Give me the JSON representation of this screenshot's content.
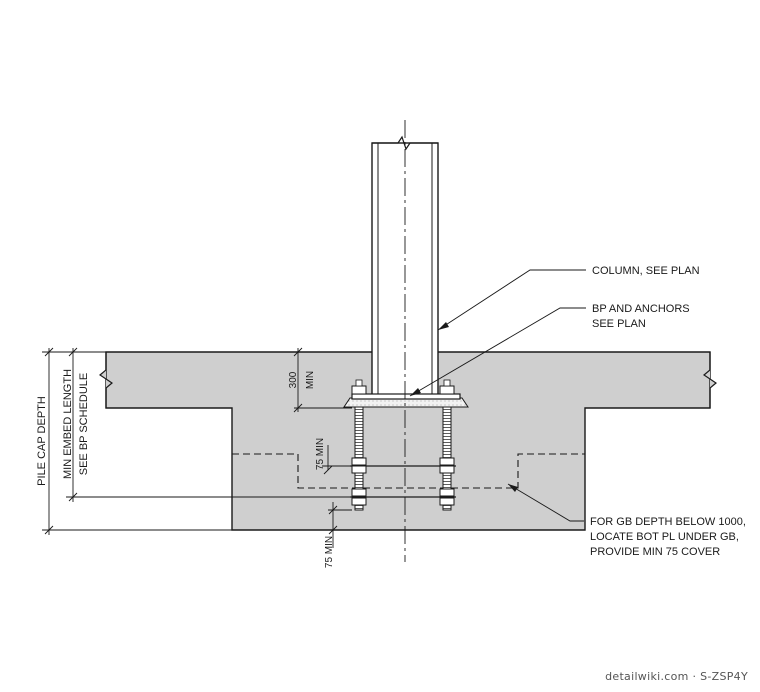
{
  "notes": {
    "column": "COLUMN, SEE PLAN",
    "bp_line1": "BP AND ANCHORS",
    "bp_line2": "SEE PLAN",
    "gb_line1": "FOR GB DEPTH BELOW 1000,",
    "gb_line2": "LOCATE BOT PL UNDER GB,",
    "gb_line3": "PROVIDE MIN 75 COVER"
  },
  "dimensions": {
    "pile_cap_depth": "PILE CAP DEPTH",
    "embed_length": "MIN EMBED LENGTH",
    "see_bp_schedule": "SEE BP SCHEDULE",
    "grout_300": "300",
    "grout_min": "MIN",
    "cover_75_upper": "75 MIN",
    "cover_75_lower": "75 MIN"
  },
  "watermark": "detailwiki.com · S-ZSP4Y",
  "colors": {
    "concrete": "#cfcfcf",
    "line": "#1a1a1a",
    "steel": "#ffffff"
  }
}
